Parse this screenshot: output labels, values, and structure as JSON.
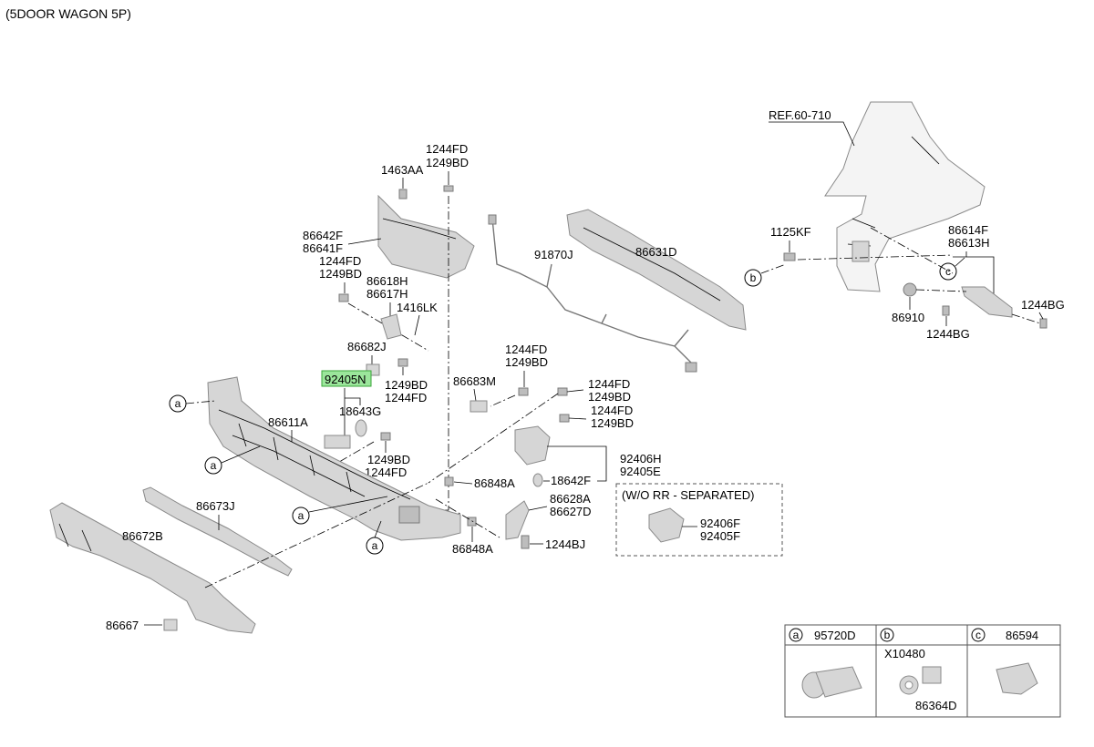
{
  "header": {
    "title": "(5DOOR WAGON 5P)"
  },
  "ref_label": "REF.60-710",
  "parts": {
    "p1463AA": "1463AA",
    "p1244FD_top": "1244FD",
    "p1249BD_top": "1249BD",
    "p86642F": "86642F",
    "p86641F": "86641F",
    "p1244FD_l": "1244FD",
    "p1249BD_l": "1249BD",
    "p86618H": "86618H",
    "p86617H": "86617H",
    "p1416LK": "1416LK",
    "p86682J": "86682J",
    "p92405N": "92405N",
    "p1249BD_m": "1249BD",
    "p1244FD_m": "1244FD",
    "p18643G": "18643G",
    "p86611A": "86611A",
    "p1249BD_m2": "1249BD",
    "p1244FD_m2": "1244FD",
    "p86673J": "86673J",
    "p86672B": "86672B",
    "p86667": "86667",
    "p91870J": "91870J",
    "p86631D": "86631D",
    "p1125KF": "1125KF",
    "p86683M": "86683M",
    "p1244FD_c1": "1244FD",
    "p1249BD_c1": "1249BD",
    "p1244FD_r1": "1244FD",
    "p1249BD_r1": "1249BD",
    "p1244FD_r2": "1244FD",
    "p1249BD_r2": "1249BD",
    "p86848A_1": "86848A",
    "p86848A_2": "86848A",
    "p92406H": "92406H",
    "p92405E": "92405E",
    "p18642F": "18642F",
    "p86628A": "86628A",
    "p86627D": "86627D",
    "p1244BJ": "1244BJ",
    "p92406F": "92406F",
    "p92405F": "92405F",
    "p86614F": "86614F",
    "p86613H": "86613H",
    "p1244BG_1": "1244BG",
    "p1244BG_2": "1244BG",
    "p86910": "86910"
  },
  "wo_box": {
    "label": "(W/O RR - SEPARATED)"
  },
  "callouts": {
    "a": "a",
    "b": "b",
    "c": "c"
  },
  "legend": {
    "a": {
      "key": "a",
      "part": "95720D"
    },
    "b": {
      "key": "b",
      "part_top": "X10480",
      "part_bottom": "86364D"
    },
    "c": {
      "key": "c",
      "part": "86594"
    }
  },
  "colors": {
    "highlight": "#9be69b",
    "part_fill": "#d6d6d6"
  }
}
